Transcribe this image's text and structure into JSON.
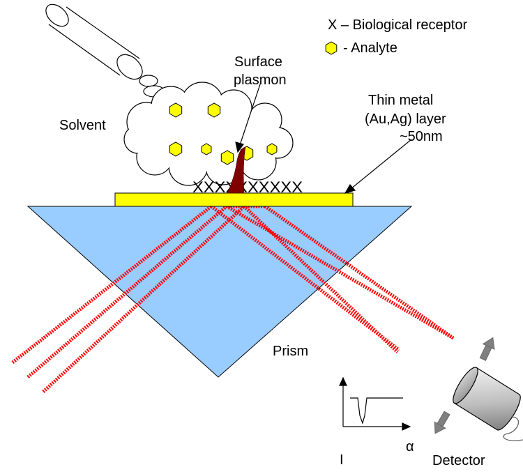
{
  "legend": {
    "receptor_symbol": "X",
    "receptor_text": "X – Biological receptor",
    "analyte_text": "- Analyte"
  },
  "labels": {
    "surface_plasmon_line1": "Surface",
    "surface_plasmon_line2": "plasmon",
    "solvent": "Solvent",
    "metal_line1": "Thin metal",
    "metal_line2": "(Au,Ag) layer",
    "metal_line3": "~50nm",
    "prism": "Prism",
    "detector": "Detector",
    "receptors": "XXXXXXXXXX",
    "axis_y": "I",
    "axis_x": "α"
  },
  "colors": {
    "prism": "#99ccff",
    "metal": "#ffff00",
    "analyte": "#ffff00",
    "beam": "#ff0000",
    "plasmon": "#800000",
    "detector_arrow": "#808080"
  },
  "icons": {
    "analyte": "hexagon-icon",
    "detector": "cylinder-detector-icon",
    "injector": "tube-injector-icon"
  }
}
